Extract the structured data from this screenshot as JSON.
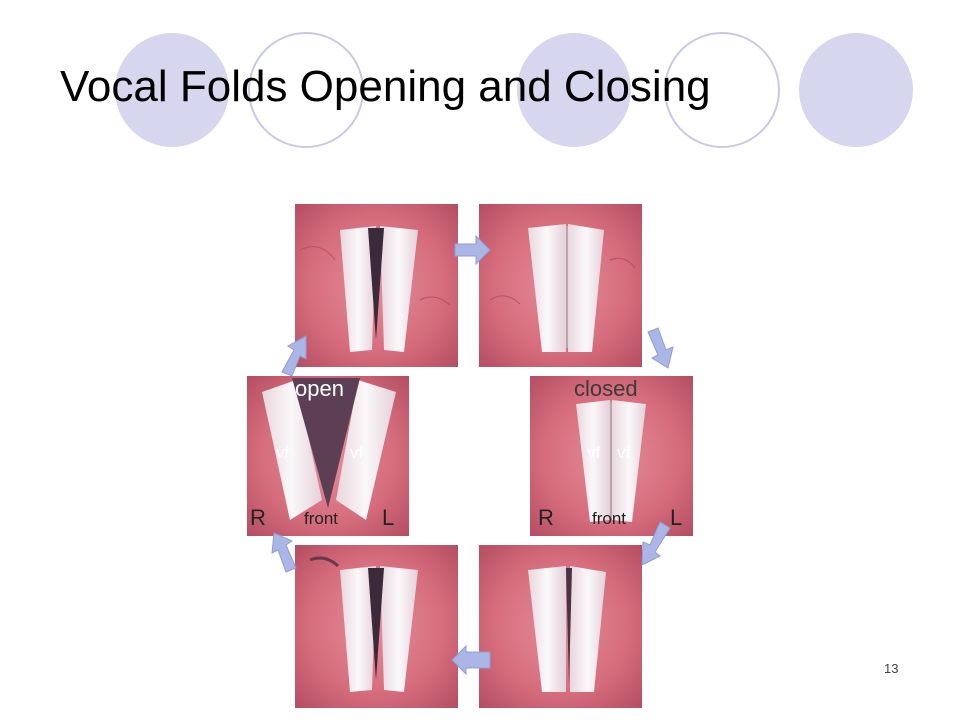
{
  "slide": {
    "title": "Vocal Folds Opening and Closing",
    "page_number": "13"
  },
  "figure": {
    "labels": {
      "open": "open",
      "closed": "closed",
      "vf": "vf",
      "right": "R",
      "left": "L",
      "front": "front"
    }
  },
  "colors": {
    "tissue": "#d9707f",
    "fold": "#f3eef1",
    "glottis": "#3b2a3a",
    "arrow": "#aab6e6",
    "deco_fill": "#d6d6ee",
    "deco_stroke": "#c8c8e8"
  }
}
